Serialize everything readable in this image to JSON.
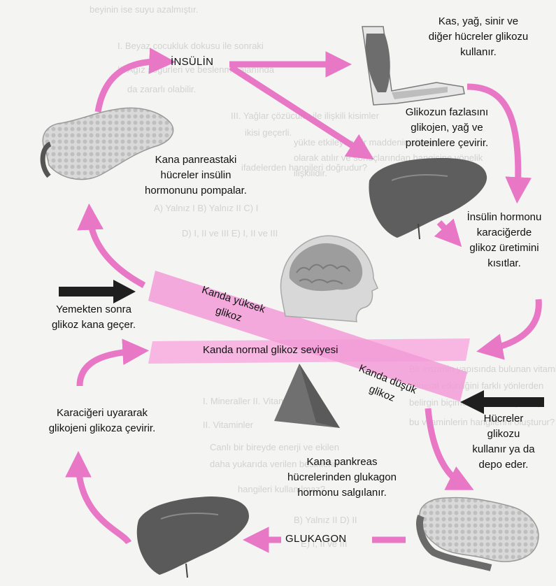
{
  "labels": {
    "insulin": "İNSÜLİN",
    "glukagon": "GLUKAGON",
    "muscle": [
      "Kas, yağ, sinir ve",
      "diğer hücreler glikozu",
      "kullanır."
    ],
    "excess": [
      "Glikozun fazlasını",
      "glikojen, yağ ve",
      "proteinlere çevirir."
    ],
    "pancreas_top": [
      "Kana panreastaki",
      "hücreler insülin",
      "hormonunu pompalar."
    ],
    "insulin_liver": [
      "İnsülin hormonu",
      "karaciğerde",
      "glikoz üretimini",
      "kısıtlar."
    ],
    "after_meal": [
      "Yemekten sonra",
      "glikoz kana geçer."
    ],
    "high": [
      "Kanda yüksek",
      "glikoz"
    ],
    "normal": "Kanda normal glikoz seviyesi",
    "low": [
      "Kanda düşük",
      "glikoz"
    ],
    "cells_use": [
      "Hücreler",
      "glikozu",
      "kullanır ya da",
      "depo eder."
    ],
    "liver_convert": [
      "Karaciğeri uyararak",
      "glikojeni glikoza çevirir."
    ],
    "glucagon_secrete": [
      "Kana pankreas",
      "hücrelerinden glukagon",
      "hormonu salgılanır."
    ]
  },
  "background_text": [
    "beyinin ise suyu azalmıştır.",
    "I.   Beyaz cocukluk dokusu ile sonraki",
    "II.  Ağız söğürleri ve beslenme alanında",
    "     da zararlı olabilir.",
    "III. Yağlar çözücüler ile ilişkili kisimler",
    "     ikisi geçerli.",
    "      ifadelerden hangileri doğrudur?",
    "A) Yalnız I          B) Yalnız II          C) I",
    "          D) I, II ve III         E) I, II ve III",
    "yükte etkileyen bir maddenin vitamin",
    "olarak atılır ve sonuçlarından hangisine yönelik",
    "ilişkilidir.",
    "Bir enzimin yapısında bulunan vitamin",
    "mineral etkinliğini farklı yönlerden",
    "belirgin biçimde düzenlediği ve Ş",
    "bu vitaminlerin hangilerini oluşturur?",
    "I.  Mineraller        II. Vitaminler",
    "II. Vitaminler",
    "Canlı bir bireyde enerji ve ekilen",
    "daha yukarıda verilen besinlerin",
    "hangileri kullanılmaz?",
    "B) Yalnız II        D) II",
    "E) I, II ve III"
  ],
  "colors": {
    "arrow_pink": "#e877c6",
    "band_pink": "#f4a6dc",
    "arrow_black": "#1f1f1f",
    "organ_pancreas": "#cfcfcf",
    "organ_liver": "#5a5a5a",
    "brain": "#bdbdbd",
    "pivot": "#6e6e6e"
  },
  "icons": [
    "pancreas-icon",
    "arm-muscle-icon",
    "liver-icon",
    "brain-head-icon",
    "pivot-triangle-icon"
  ]
}
